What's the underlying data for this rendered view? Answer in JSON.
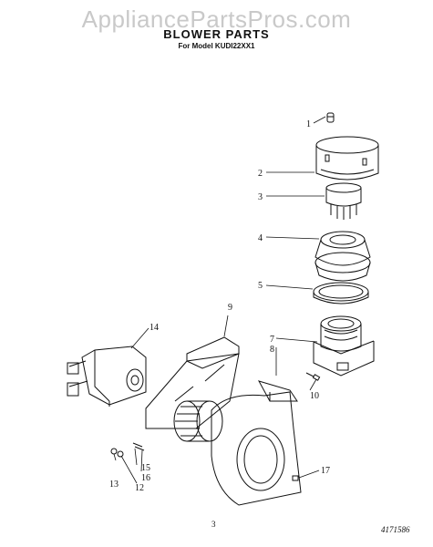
{
  "watermark": "AppliancePartsPros.com",
  "header": {
    "title": "BLOWER PARTS",
    "subtitle": "For Model KUDI22XX1"
  },
  "footer": {
    "page_number": "3",
    "document_number": "4171586"
  },
  "callouts": [
    "1",
    "2",
    "3",
    "4",
    "5",
    "7",
    "8",
    "9",
    "10",
    "12",
    "13",
    "14",
    "15",
    "16",
    "17"
  ]
}
